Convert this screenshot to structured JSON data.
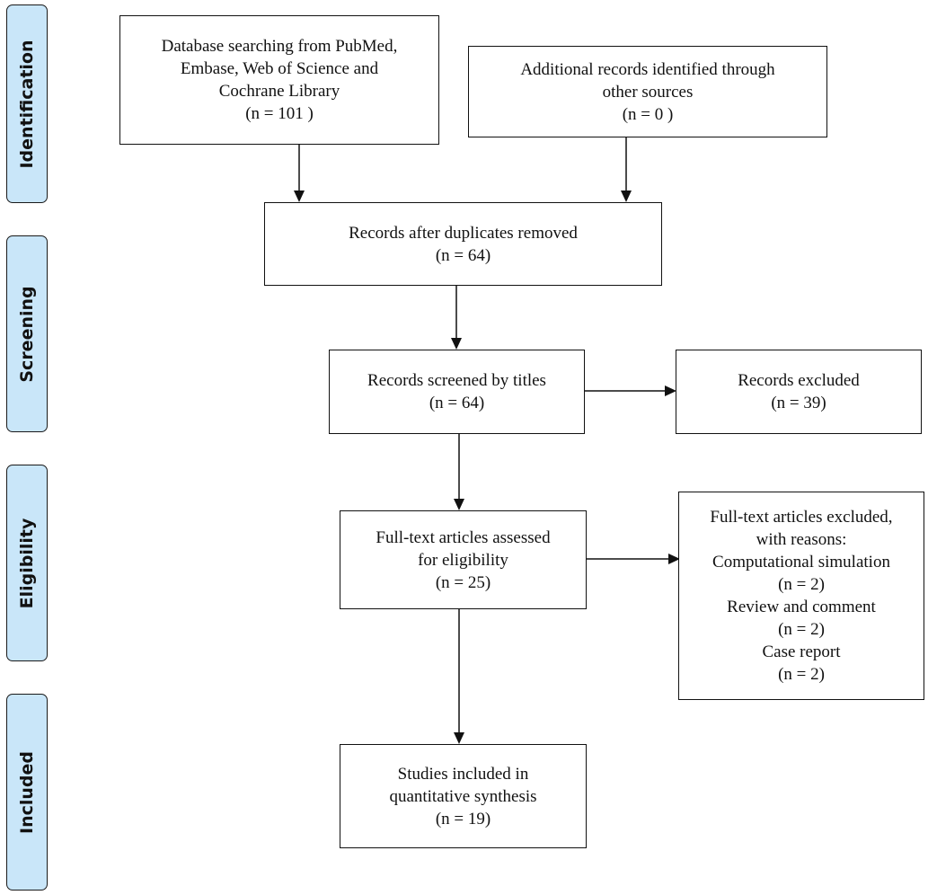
{
  "stages": {
    "identification": "Identification",
    "screening": "Screening",
    "eligibility": "Eligibility",
    "included": "Included"
  },
  "boxes": {
    "database_search": {
      "lines": [
        "Database searching from PubMed,",
        "Embase, Web of Science and",
        "Cochrane Library"
      ],
      "count": "(n = 101 )"
    },
    "additional_records": {
      "lines": [
        "Additional records identified through",
        "other sources"
      ],
      "count": "(n =  0 )"
    },
    "duplicates_removed": {
      "lines": [
        "Records after duplicates removed"
      ],
      "count": "(n = 64)"
    },
    "screened_titles": {
      "lines": [
        "Records screened by titles"
      ],
      "count": "(n = 64)"
    },
    "records_excluded": {
      "lines": [
        "Records excluded"
      ],
      "count": "(n = 39)"
    },
    "fulltext_assessed": {
      "lines": [
        "Full-text articles assessed",
        "for eligibility"
      ],
      "count": "(n = 25)"
    },
    "fulltext_excluded": {
      "lines": [
        "Full-text articles excluded,",
        "with reasons:"
      ],
      "reasons": [
        {
          "label": "Computational simulation",
          "count": "(n = 2)"
        },
        {
          "label": "Review and comment",
          "count": "(n = 2)"
        },
        {
          "label": "Case report",
          "count": "(n = 2)"
        }
      ]
    },
    "studies_included": {
      "lines": [
        "Studies included in",
        "quantitative synthesis"
      ],
      "count": "(n = 19)"
    }
  }
}
